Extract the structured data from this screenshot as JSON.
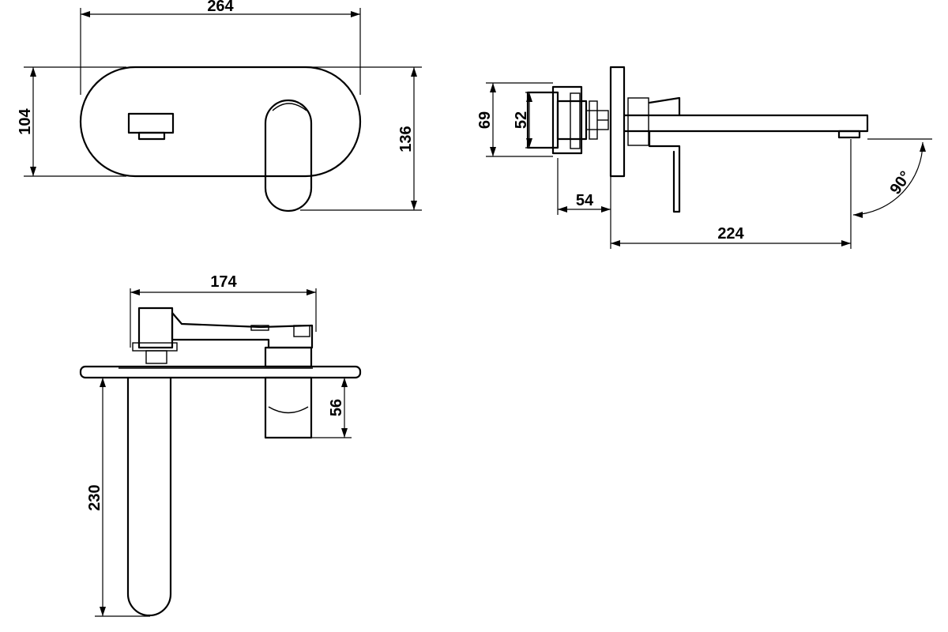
{
  "front_view": {
    "width": "264",
    "plate_height": "104",
    "total_height": "136"
  },
  "side_view": {
    "outer_height": "69",
    "inner_height": "52",
    "depth": "54",
    "spout_length": "224",
    "angle": "90°"
  },
  "top_view": {
    "width": "174",
    "spout_length": "230",
    "handle_height": "56"
  }
}
